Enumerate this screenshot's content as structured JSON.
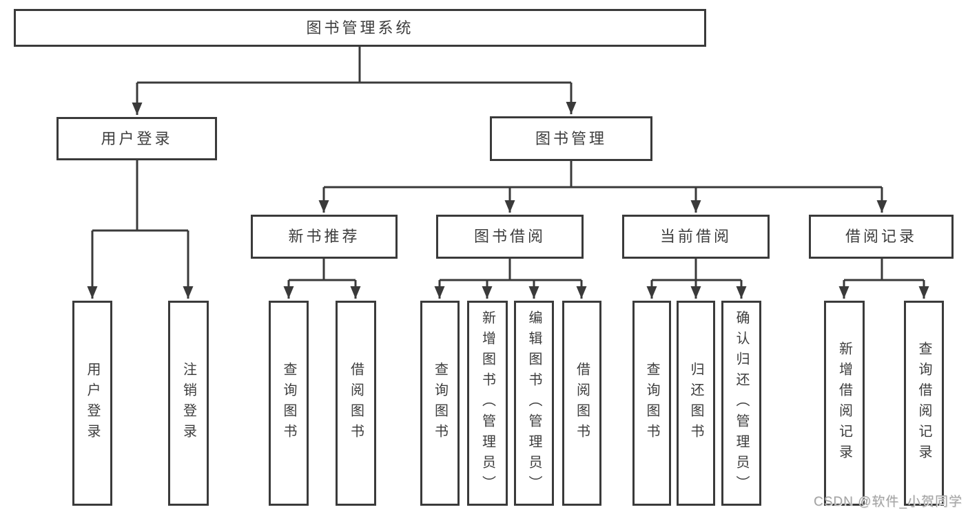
{
  "diagram": {
    "title": "图书管理系统",
    "type": "hierarchy-tree",
    "colors": {
      "line": "#3a3a3a",
      "box_border": "#3a3a3a",
      "text": "#3d3d3d",
      "watermark": "#a3a3a3",
      "background": "#ffffff"
    },
    "nodes": {
      "root": "图书管理系统",
      "user_login": "用户登录",
      "book_mgmt": "图书管理",
      "new_book_rec": "新书推荐",
      "book_borrow": "图书借阅",
      "current_borrow": "当前借阅",
      "borrow_record": "借阅记录",
      "leaf_user_login": "用户登录",
      "leaf_logout": "注销登录",
      "leaf_query_book_1": "查询图书",
      "leaf_borrow_book_1": "借阅图书",
      "leaf_query_book_2": "查询图书",
      "leaf_add_book": "新增图书（管理员）",
      "leaf_edit_book": "编辑图书（管理员）",
      "leaf_borrow_book_2": "借阅图书",
      "leaf_query_book_3": "查询图书",
      "leaf_return_book": "归还图书",
      "leaf_confirm_return": "确认归还（管理员）",
      "leaf_add_record": "新增借阅记录",
      "leaf_query_record": "查询借阅记录"
    },
    "hierarchy": {
      "图书管理系统": [
        "用户登录",
        "图书管理"
      ],
      "用户登录": [
        "用户登录",
        "注销登录"
      ],
      "图书管理": [
        "新书推荐",
        "图书借阅",
        "当前借阅",
        "借阅记录"
      ],
      "新书推荐": [
        "查询图书",
        "借阅图书"
      ],
      "图书借阅": [
        "查询图书",
        "新增图书（管理员）",
        "编辑图书（管理员）",
        "借阅图书"
      ],
      "当前借阅": [
        "查询图书",
        "归还图书",
        "确认归还（管理员）"
      ],
      "借阅记录": [
        "新增借阅记录",
        "查询借阅记录"
      ]
    },
    "watermark": "CSDN @软件_小贺同学"
  }
}
